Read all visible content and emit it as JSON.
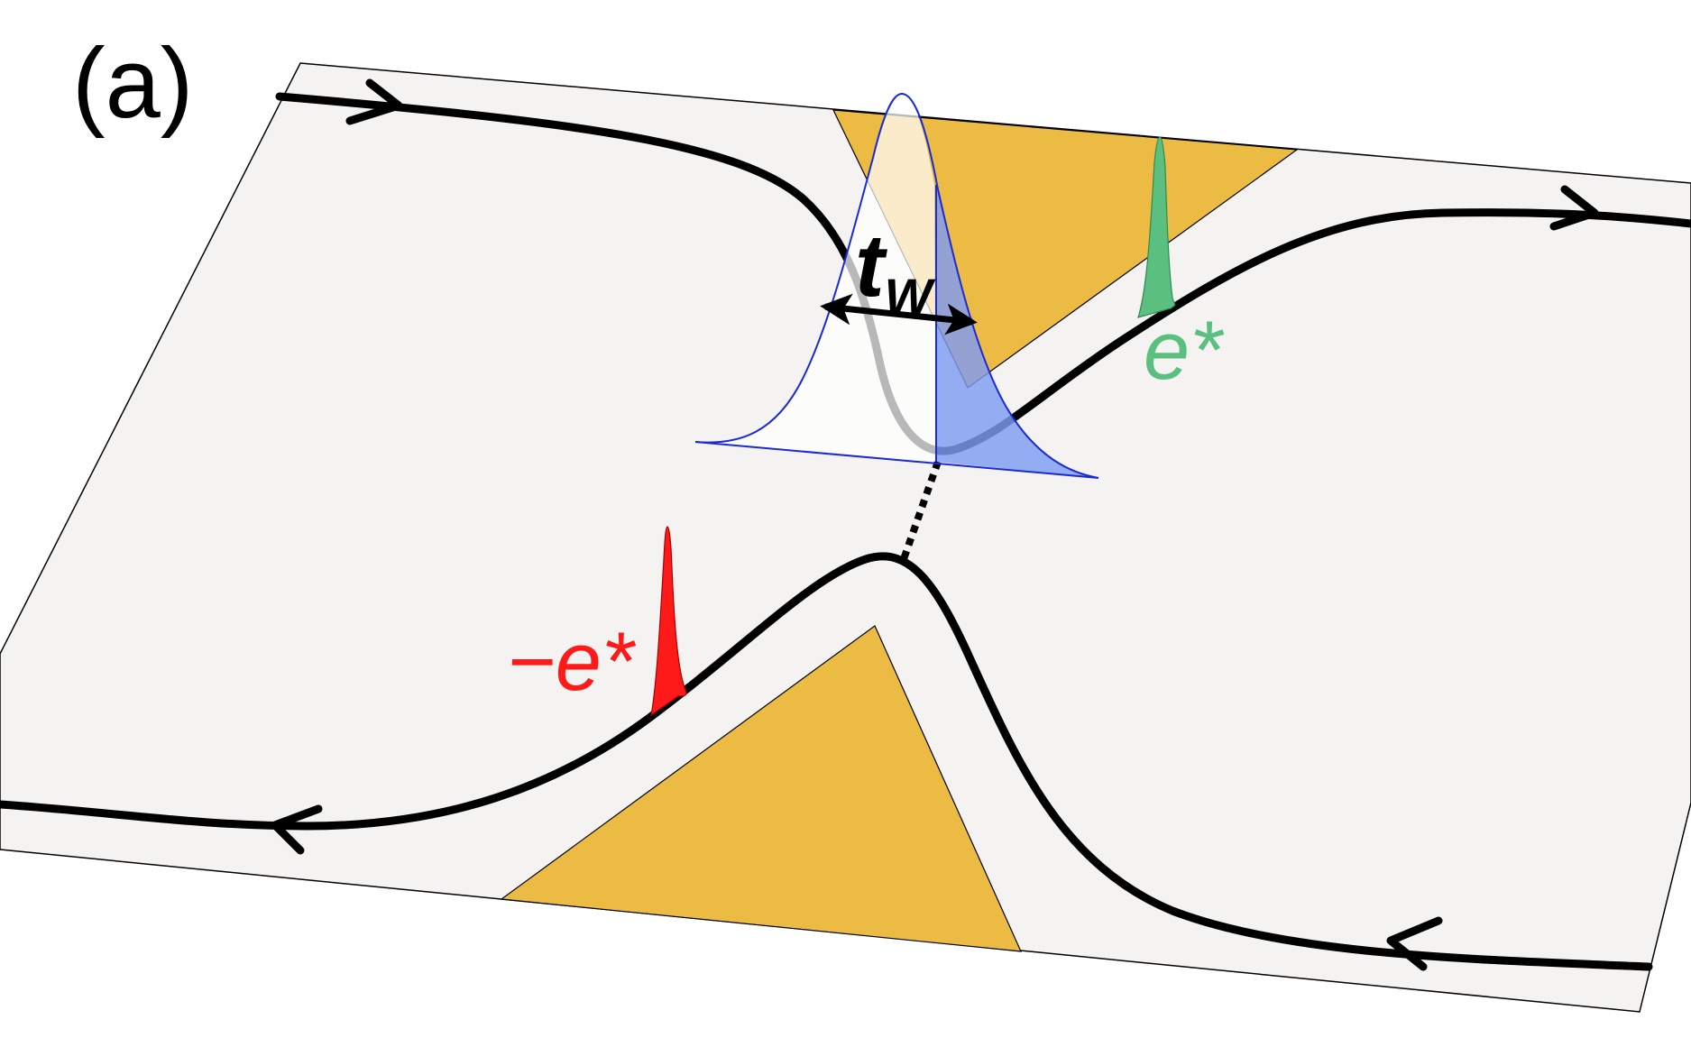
{
  "panel_label": "(a)",
  "labels": {
    "wait_time": "t",
    "wait_time_subscript": "W",
    "transmitted_charge": "e*",
    "reflected_charge": "−e*"
  },
  "colors": {
    "sample": "#f4f3f1",
    "gate": "#ebbb44",
    "edge": "#000000",
    "pulse_fill": "#7f9cf2",
    "pulse_stroke": "#1a2bd6",
    "positive_charge": "#5bbf80",
    "negative_charge": "#ff1a1a",
    "text": "#000000"
  }
}
